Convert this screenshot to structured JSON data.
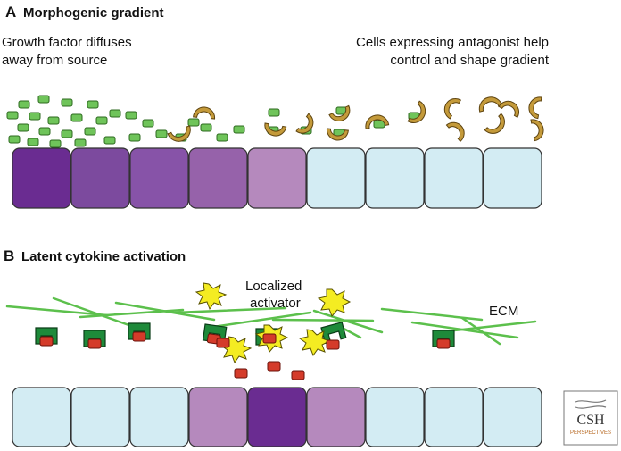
{
  "panel_a": {
    "letter": "A",
    "title": "Morphogenic gradient",
    "left_caption": [
      "Growth factor diffuses",
      "away from source"
    ],
    "right_caption": [
      "Cells expressing antagonist help",
      "control and shape gradient"
    ],
    "cell_colors": [
      "#6a2c91",
      "#7c4a9e",
      "#8753a8",
      "#9662aa",
      "#b589bd",
      "#d3ecf3",
      "#d3ecf3",
      "#d3ecf3",
      "#d3ecf3"
    ]
  },
  "panel_b": {
    "letter": "B",
    "title": "Latent cytokine activation",
    "activator_label": [
      "Localized",
      "activator"
    ],
    "ecm_label": "ECM",
    "cell_colors": [
      "#d3ecf3",
      "#d3ecf3",
      "#d3ecf3",
      "#b589bd",
      "#6a2c91",
      "#b589bd",
      "#d3ecf3",
      "#d3ecf3",
      "#d3ecf3"
    ]
  },
  "logo": {
    "text": "CSH",
    "subtext": "PERSPECTIVES"
  },
  "colors": {
    "growth_factor": "#6fc45a",
    "antagonist": "#c49a3a",
    "latent_complex": "#1e8a3a",
    "cytokine": "#d43b2a",
    "activator": "#f4ec22",
    "ecm_fiber": "#5cc04c"
  }
}
